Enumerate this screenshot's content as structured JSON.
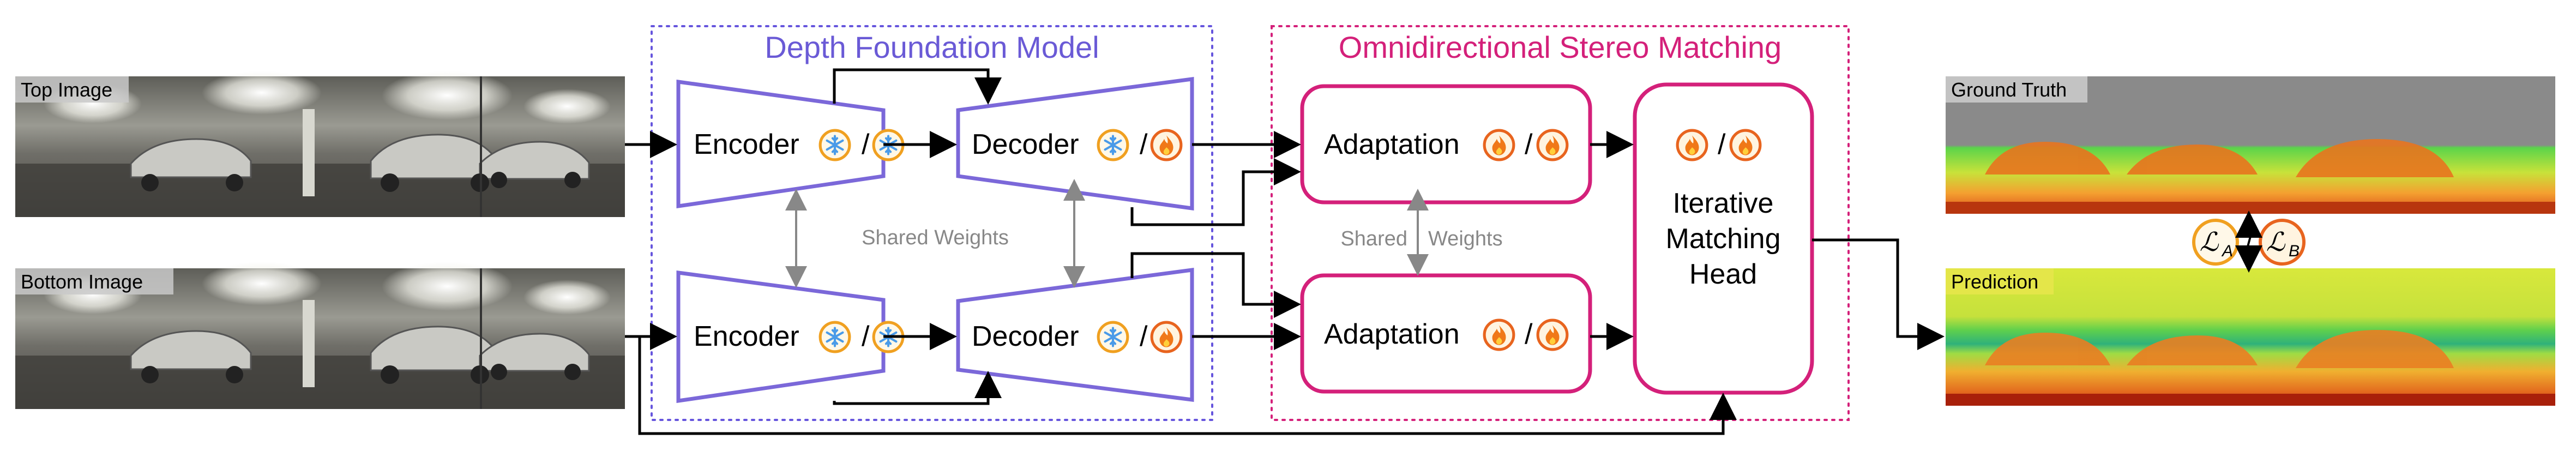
{
  "inputs": {
    "top_label": "Top Image",
    "bottom_label": "Bottom Image"
  },
  "dfm": {
    "title": "Depth Foundation Model",
    "encoder_label": "Encoder",
    "decoder_label": "Decoder",
    "shared_weights": "Shared Weights",
    "sep": "/"
  },
  "osm": {
    "title": "Omnidirectional Stereo Matching",
    "adaptation_label": "Adaptation",
    "shared_label_left": "Shared",
    "shared_label_right": "Weights",
    "head_line1": "Iterative",
    "head_line2": "Matching",
    "head_line3": "Head",
    "sep": "/"
  },
  "outputs": {
    "ground_truth_label": "Ground Truth",
    "prediction_label": "Prediction",
    "loss_a": "ℒ",
    "loss_a_sub": "A",
    "loss_b": "ℒ",
    "loss_b_sub": "B",
    "sep": "/"
  },
  "icons": {
    "frozen": "snowflake-icon",
    "trainable": "flame-icon"
  },
  "colors": {
    "dfm_accent": "#7b68d9",
    "osm_accent": "#d4207a",
    "icon_ring": "#f0a020",
    "icon_ring_b": "#e8641e",
    "snowflake": "#4a9be8",
    "flame": "#f07818"
  }
}
